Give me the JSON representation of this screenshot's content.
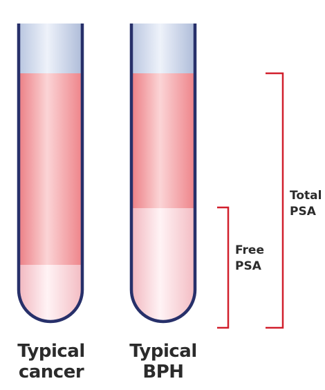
{
  "tubes": [
    {
      "label_lines": [
        "Typical",
        "cancer"
      ],
      "total_psa_fraction": 1.0,
      "free_psa_fraction": 0.2
    },
    {
      "label_lines": [
        "Typical",
        "BPH"
      ],
      "total_psa_fraction": 1.0,
      "free_psa_fraction": 0.47
    }
  ],
  "brackets": {
    "total_psa": {
      "lines": [
        "Total",
        "PSA"
      ]
    },
    "free_psa": {
      "lines": [
        "Free",
        "PSA"
      ]
    }
  },
  "colors": {
    "tube_outline": "#27306a",
    "serum_top": "#c6d1e6",
    "total_psa_fill": "#f08f92",
    "free_psa_fill": "#f6c9cf",
    "bracket": "#d11f2c"
  }
}
